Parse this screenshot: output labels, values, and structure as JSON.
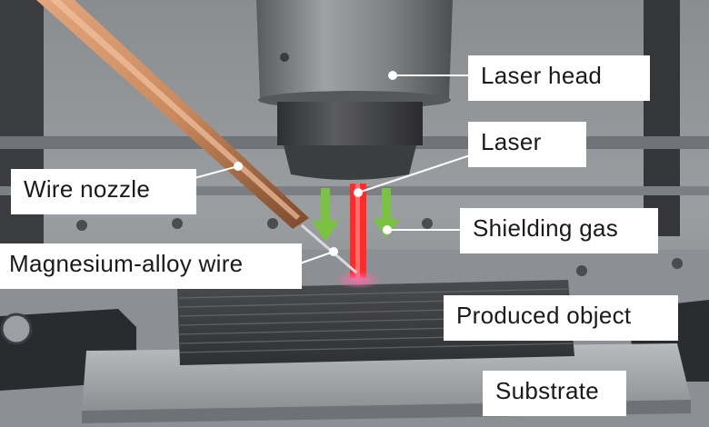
{
  "labels": {
    "laser_head": "Laser head",
    "laser": "Laser",
    "shielding_gas": "Shielding gas",
    "wire_nozzle": "Wire nozzle",
    "magnesium_wire": "Magnesium-alloy wire",
    "produced_object": "Produced object",
    "substrate": "Substrate"
  },
  "colors": {
    "laser_beam": "#ff2a2a",
    "gas_arrow": "#7cc242",
    "nozzle_copper": "#c98a5e",
    "label_background": "#ffffff"
  }
}
